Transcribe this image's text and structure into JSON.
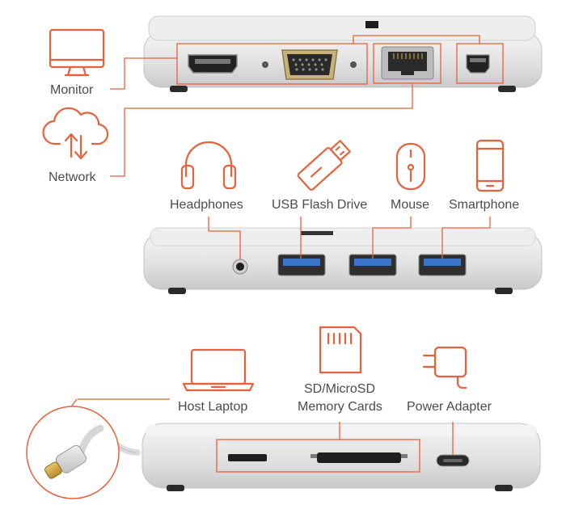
{
  "labels": {
    "monitor": "Monitor",
    "network": "Network",
    "headphones": "Headphones",
    "usb_flash_drive": "USB Flash Drive",
    "mouse": "Mouse",
    "smartphone": "Smartphone",
    "host_laptop": "Host Laptop",
    "sd_line1": "SD/MicroSD",
    "sd_line2": "Memory Cards",
    "power_adapter": "Power Adapter"
  },
  "colors": {
    "accent": "#e8613c",
    "label_text": "#4b4b4b",
    "device_body": "#dcdcdc",
    "device_face": "#f1f1f1",
    "port_dark": "#2b2b2b",
    "usb_blue": "#3b76c8",
    "vga_gold": "#c9b27a"
  },
  "icons": [
    "monitor-icon",
    "network-cloud-icon",
    "headphones-icon",
    "usb-flash-drive-icon",
    "mouse-icon",
    "smartphone-icon",
    "laptop-icon",
    "sd-card-icon",
    "power-plug-icon",
    "usb-c-cable-icon"
  ]
}
